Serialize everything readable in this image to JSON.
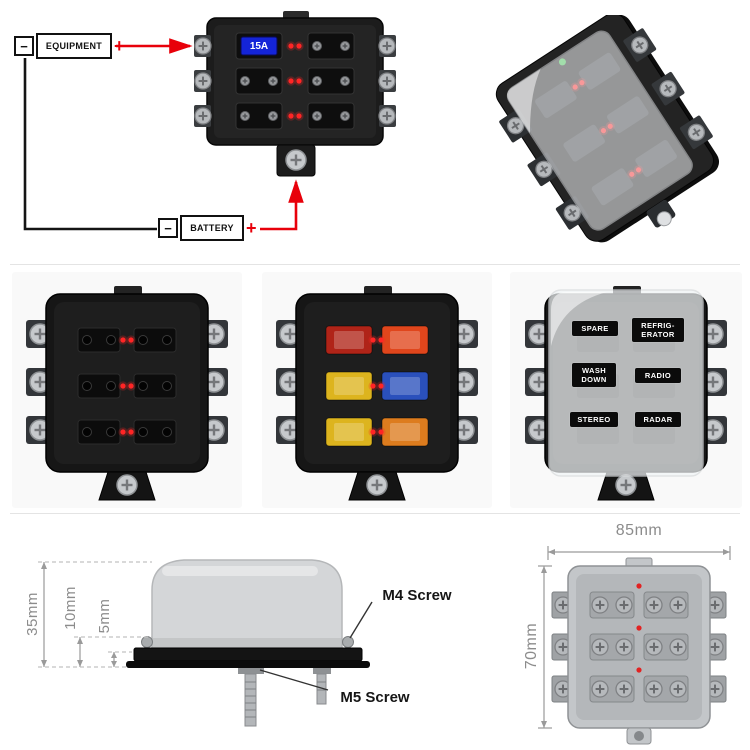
{
  "wiring": {
    "equipment_label": "EQUIPMENT",
    "equipment_minus": "−",
    "equipment_plus": "+",
    "battery_label": "BATTERY",
    "battery_minus": "−",
    "battery_plus": "+",
    "fuse_display": "15A",
    "positive_wire_color": "#e8000a",
    "negative_wire_color": "#141414"
  },
  "fusebox": {
    "body_color": "#1b1b1b",
    "led_color": "#ff2525",
    "display_color": "#1424d8",
    "fuse_colors": [
      "#b02418",
      "#e0461c",
      "#ddb41e",
      "#2a50bc",
      "#ddb41e",
      "#dd7c1e"
    ]
  },
  "cover_labels": {
    "spare": "SPARE",
    "refrigerator": "REFRIG-\nERATOR",
    "wash_down": "WASH\nDOWN",
    "radio": "RADIO",
    "stereo": "STEREO",
    "radar": "RADAR"
  },
  "dimensions": {
    "total_height": "35mm",
    "mid_height": "10mm",
    "base_height": "5mm",
    "m4_screw": "M4 Screw",
    "m5_screw": "M5 Screw",
    "width": "85mm",
    "depth": "70mm"
  }
}
